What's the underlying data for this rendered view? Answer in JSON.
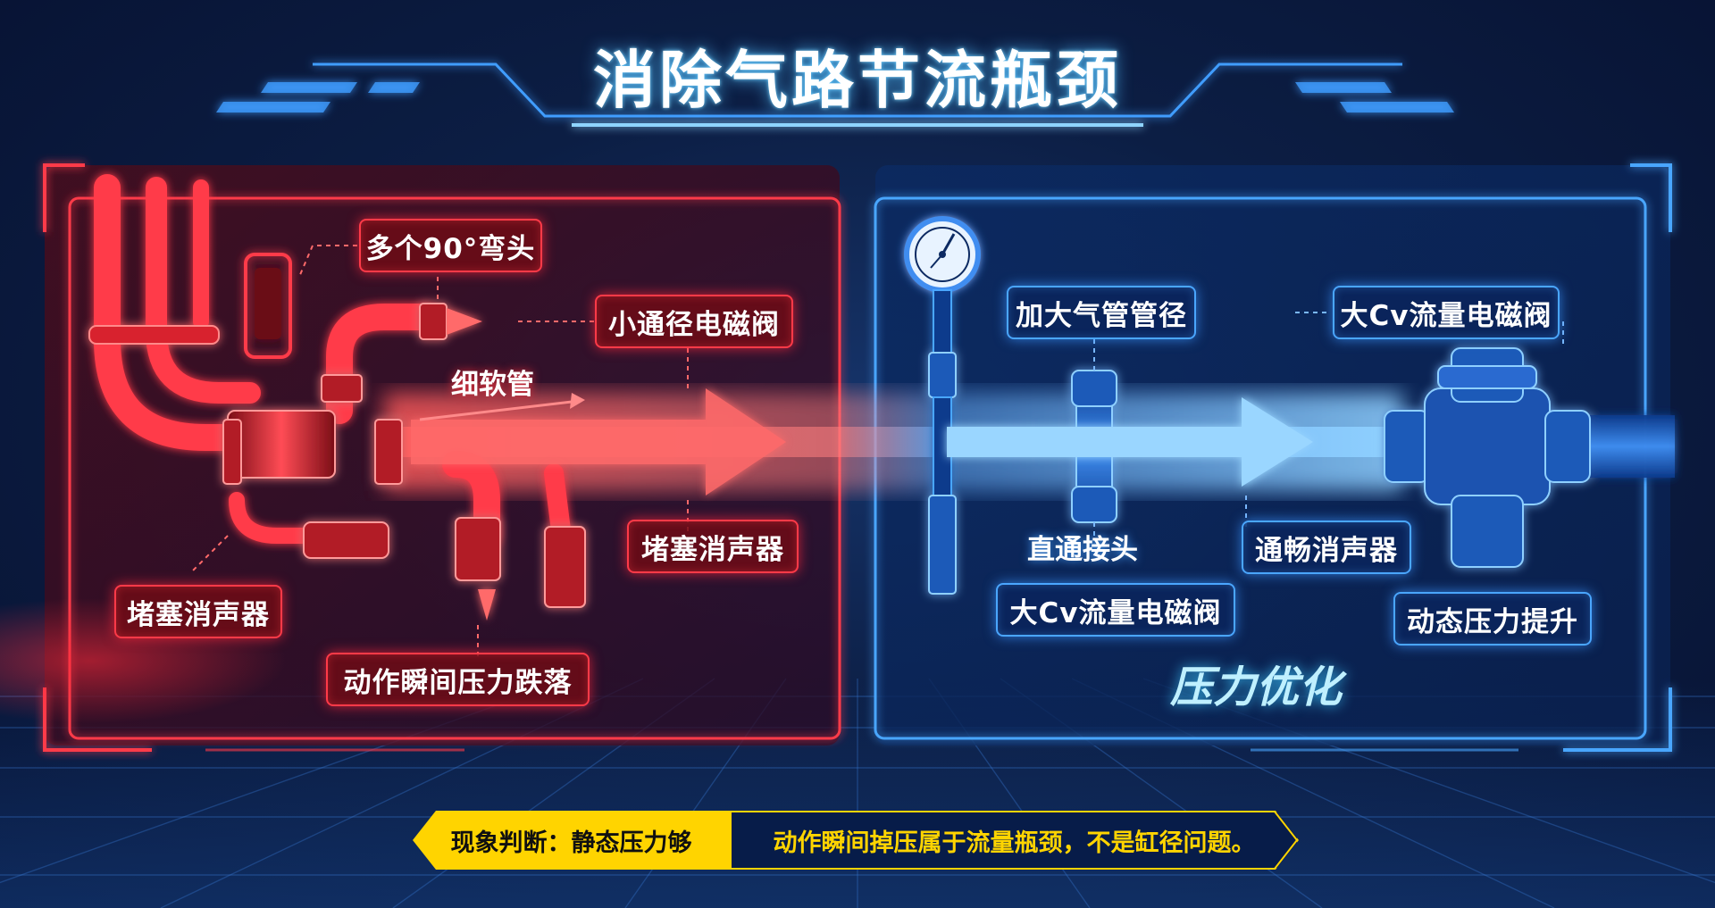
{
  "title": "消除气路节流瓶颈",
  "left_panel": {
    "labels": {
      "elbows": "多个90°弯头",
      "small_valve": "小通径电磁阀",
      "thin_hose": "细软管",
      "muffler_right": "堵塞消声器",
      "muffler_left": "堵塞消声器",
      "pressure_drop": "动作瞬间压力跌落"
    }
  },
  "right_panel": {
    "labels": {
      "bigger_pipe": "加大气管管径",
      "big_cv_valve_top": "大Cv流量电磁阀",
      "straight_fitting": "直通接头",
      "clear_muffler": "通畅消声器",
      "big_cv_valve_bottom": "大Cv流量电磁阀",
      "dynamic_pressure": "动态压力提升"
    },
    "badge": "压力优化"
  },
  "banner": {
    "left": "现象判断：静态压力够",
    "right": "动作瞬间掉压属于流量瓶颈，不是缸径问题。"
  },
  "colors": {
    "problem": "#ff3a48",
    "solution": "#4aa6ff",
    "highlight": "#ffd400",
    "background": "#0c1e44"
  }
}
